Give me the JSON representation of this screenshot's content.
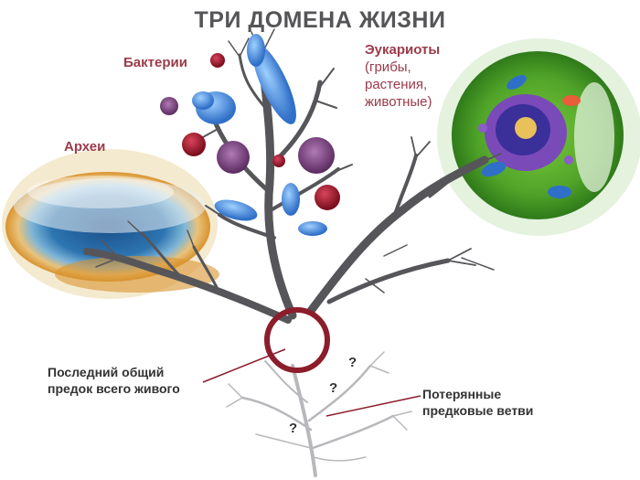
{
  "title": "ТРИ ДОМЕНА ЖИЗНИ",
  "labels": {
    "bacteria": "Бактерии",
    "archaea": "Археи",
    "eukaryotes_title": "Эукариоты",
    "eukaryotes_line2": "(грибы,",
    "eukaryotes_line3": "растения,",
    "eukaryotes_line4": "животные)",
    "luca_line1": "Последний общий",
    "luca_line2": "предок всего живого",
    "lost_line1": "Потерянные",
    "lost_line2": "предковые ветви"
  },
  "question_mark": "?",
  "colors": {
    "label_red": "#9c3a4a",
    "luca_ring": "#8c1d2c",
    "tree": "#56565a",
    "lost_branches": "#b8b8bc",
    "text_dark": "#333333"
  }
}
